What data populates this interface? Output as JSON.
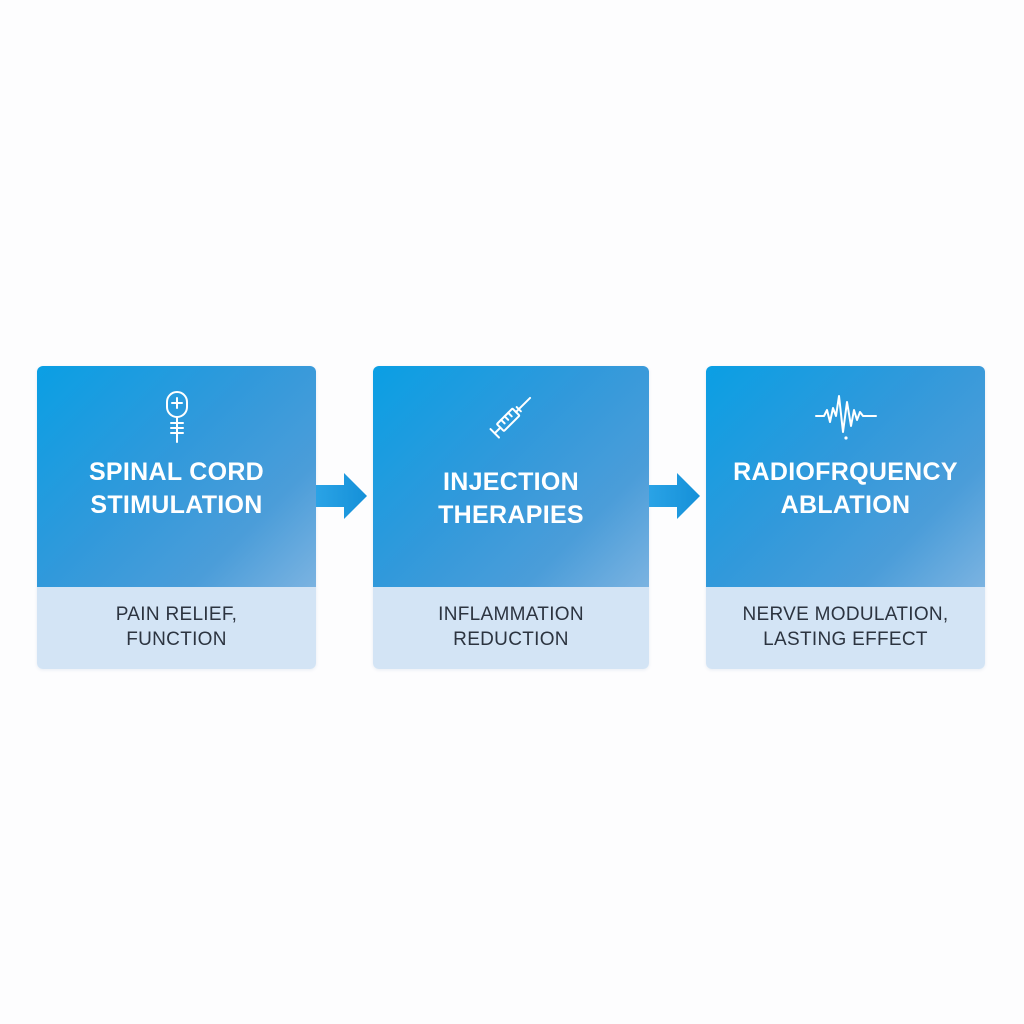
{
  "steps": [
    {
      "icon": "spinal-stimulator-icon",
      "title": "SPINAL CORD\nSTIMULATION",
      "description": "PAIN RELIEF,\nFUNCTION"
    },
    {
      "icon": "syringe-icon",
      "title": "INJECTION\nTHERAPIES",
      "description": "INFLAMMATION\nREDUCTION"
    },
    {
      "icon": "waveform-icon",
      "title": "RADIOFRQUENCY\nABLATION",
      "description": "NERVE MODULATION,\nLASTING EFFECT"
    }
  ],
  "colors": {
    "card_gradient_start": "#0a9fe4",
    "card_gradient_end": "#7bb3e1",
    "card_footer": "#d3e4f5",
    "arrow": "#1a95dc",
    "background": "#fdfdfe"
  }
}
